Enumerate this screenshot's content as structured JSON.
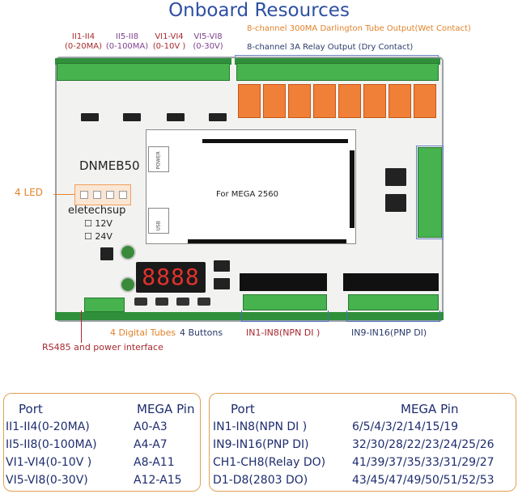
{
  "title": "Onboard Resources",
  "input_labels": [
    {
      "name": "II1-II4",
      "range": "(0-20MA)",
      "color": "#a8282f"
    },
    {
      "name": "II5-II8",
      "range": "(0-100MA)",
      "color": "#7e3f8f"
    },
    {
      "name": "VI1-VI4",
      "range": "(0-10V )",
      "color": "#a8282f"
    },
    {
      "name": "VI5-VI8",
      "range": "(0-30V)",
      "color": "#7e3f8f"
    }
  ],
  "wet_contact_label": "8-channel 300MA Darlington Tube Output(Wet Contact)",
  "dry_contact_label": "8-channel 3A Relay Output (Dry Contact)",
  "board": {
    "model": "DNMEB50",
    "brand": "eletechsup",
    "mega_label": "For MEGA 2560",
    "power_label": "POWER",
    "usb_label": "USB",
    "voltage_12": "12V",
    "voltage_24": "24V",
    "tube_display": "8888"
  },
  "callouts": {
    "led": "4 LED",
    "digital_tubes": "4 Digital Tubes",
    "buttons": "4 Buttons",
    "in1_in8": "IN1-IN8(NPN DI )",
    "in9_in16": "IN9-IN16(PNP DI)",
    "rs485": "RS485 and power interface"
  },
  "table_left": {
    "header_port": "Port",
    "header_pin": "MEGA Pin",
    "rows": [
      {
        "port": "II1-II4(0-20MA)",
        "pin": "A0-A3"
      },
      {
        "port": "II5-II8(0-100MA)",
        "pin": "A4-A7"
      },
      {
        "port": "VI1-VI4(0-10V )",
        "pin": "A8-A11"
      },
      {
        "port": "VI5-VI8(0-30V)",
        "pin": "A12-A15"
      }
    ]
  },
  "table_right": {
    "header_port": "Port",
    "header_pin": "MEGA Pin",
    "rows": [
      {
        "port": "IN1-IN8(NPN DI )",
        "pin": "6/5/4/3/2/14/15/19"
      },
      {
        "port": "IN9-IN16(PNP DI)",
        "pin": "32/30/28/22/23/24/25/26"
      },
      {
        "port": "CH1-CH8(Relay DO)",
        "pin": "41/39/37/35/33/31/29/27"
      },
      {
        "port": "D1-D8(2803 DO)",
        "pin": "43/45/47/49/50/51/52/53"
      }
    ]
  },
  "colors": {
    "title": "#2e4fa3",
    "terminal_green": "#46b34e",
    "relay_orange": "#f07f37",
    "callout_orange": "#e2822a",
    "callout_red": "#a8282f"
  }
}
